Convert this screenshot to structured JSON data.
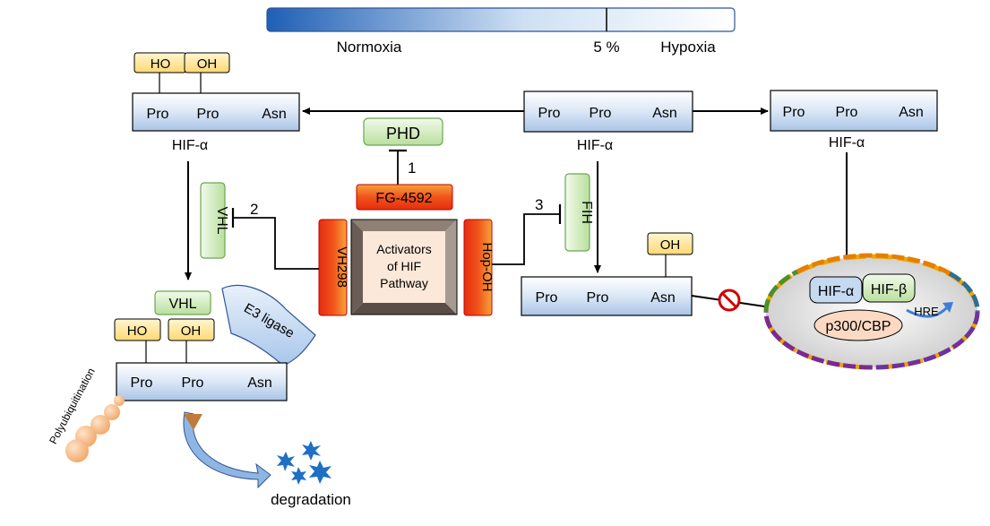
{
  "oxygen_bar": {
    "normoxia": "Normoxia",
    "threshold": "5 %",
    "hypoxia": "Hypoxia"
  },
  "residues": {
    "pro": "Pro",
    "asn": "Asn"
  },
  "mod": {
    "ho": "HO",
    "oh": "OH"
  },
  "labels": {
    "hif_alpha": "HIF-α",
    "phd": "PHD",
    "fg4592": "FG-4592",
    "vhl": "VHL",
    "fih": "FIH",
    "vh298": "VH298",
    "hop_oh": "Hop-OH",
    "activators": [
      "Activators",
      "of HIF",
      "Pathway"
    ],
    "e3_ligase": "E3 ligase",
    "polyubiquitination": "Polyubiquitination",
    "degradation": "degradation",
    "hif_alpha_nuc": "HIF-α",
    "hif_beta": "HIF-β",
    "hre": "HRE",
    "p300": "p300/CBP"
  },
  "steps": {
    "one": "1",
    "two": "2",
    "three": "3"
  },
  "colors": {
    "blue_box": "#c5d9f1",
    "blue_border": "#000000",
    "yellow": "#ffe699",
    "green": "#d5ecc8",
    "red_orange": "#f04a12",
    "gradient_blue": "#1f5fb5"
  }
}
